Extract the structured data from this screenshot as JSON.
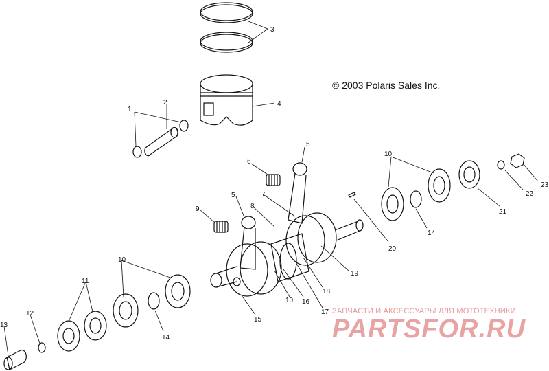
{
  "copyright": "© 2003 Polaris Sales Inc.",
  "watermark": {
    "tagline": "ЗАПЧАСТИ И АКСЕССУАРЫ ДЛЯ МОТОТЕХНИКИ",
    "logo": "PARTSFOR.RU",
    "color": "#e8a3a3"
  },
  "callouts": {
    "c1": "1",
    "c2": "2",
    "c3": "3",
    "c4": "4",
    "c5a": "5",
    "c5b": "5",
    "c6": "6",
    "c7": "7",
    "c8": "8",
    "c9": "9",
    "c10a": "10",
    "c10b": "10",
    "c10c": "10",
    "c11": "11",
    "c12": "12",
    "c13": "13",
    "c14a": "14",
    "c14b": "14",
    "c15": "15",
    "c16": "16",
    "c17": "17",
    "c18": "18",
    "c19": "19",
    "c20": "20",
    "c21": "21",
    "c22": "22",
    "c23": "23"
  }
}
